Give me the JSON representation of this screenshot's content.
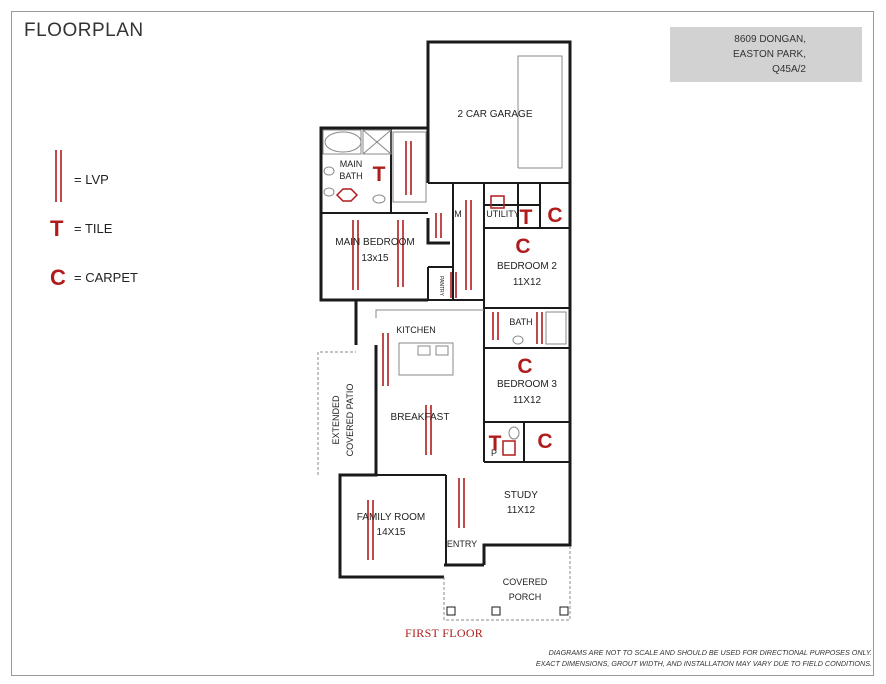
{
  "header": {
    "title": "FLOORPLAN",
    "address_lines": [
      "8609 DONGAN,",
      "EASTON PARK,",
      "Q45A/2"
    ]
  },
  "legend": [
    {
      "symbol": "lvp-icon",
      "label": "= LVP"
    },
    {
      "symbol": "T",
      "label": "= TILE"
    },
    {
      "symbol": "C",
      "label": "= CARPET"
    }
  ],
  "rooms": {
    "garage": "2 CAR GARAGE",
    "main_bath_1": "MAIN",
    "main_bath_2": "BATH",
    "main_bedroom_1": "MAIN BEDROOM",
    "main_bedroom_2": "13x15",
    "utility": "UTILITY",
    "mud": "M",
    "bedroom2_1": "BEDROOM 2",
    "bedroom2_2": "11X12",
    "bath": "BATH",
    "kitchen": "KITCHEN",
    "bedroom3_1": "BEDROOM 3",
    "bedroom3_2": "11X12",
    "patio_1": "EXTENDED",
    "patio_2": "COVERED PATIO",
    "breakfast": "BREAKFAST",
    "powder": "P",
    "study_1": "STUDY",
    "study_2": "11X12",
    "family_1": "FAMILY ROOM",
    "family_2": "14X15",
    "entry": "ENTRY",
    "porch_1": "COVERED",
    "porch_2": "PORCH",
    "pantry": "PANTRY"
  },
  "markers": {
    "tile": "T",
    "carpet": "C"
  },
  "caption": "FIRST FLOOR",
  "disclaimer": [
    "DIAGRAMS ARE NOT TO SCALE AND SHOULD BE USED FOR DIRECTIONAL PURPOSES ONLY.",
    "EXACT DIMENSIONS, GROUT WIDTH, AND INSTALLATION MAY VARY DUE TO FIELD CONDITIONS."
  ],
  "colors": {
    "flooring_marker": "#b01c1c",
    "wall": "#1a1a1a",
    "address_box": "#d2d2d2"
  }
}
